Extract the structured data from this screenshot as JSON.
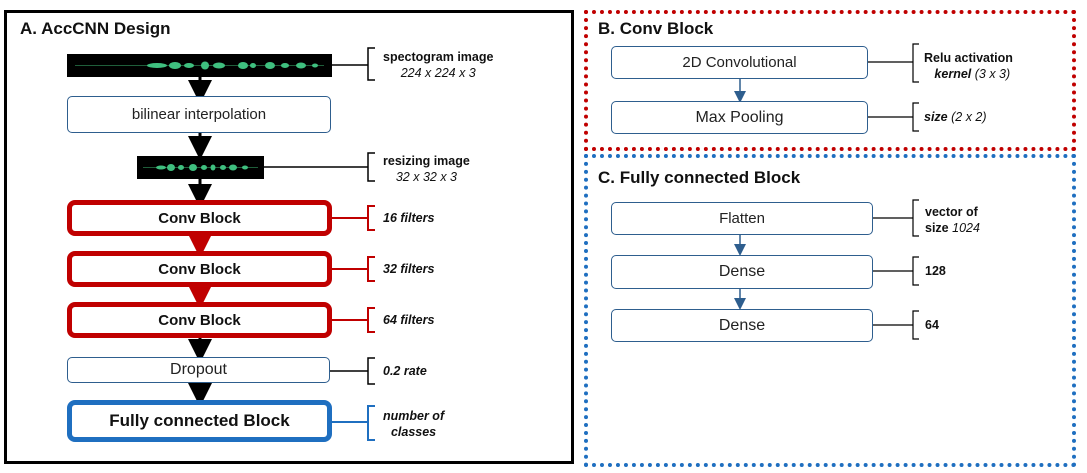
{
  "panel_a": {
    "title": "A. AccCNN Design",
    "spectrogram_note": {
      "label": "spectogram image",
      "size": "224 x 224 x 3"
    },
    "bilinear": "bilinear interpolation",
    "resize_note": {
      "label": "resizing image",
      "size": "32 x 32 x 3"
    },
    "conv_blocks": [
      {
        "label": "Conv Block",
        "note": "16 filters"
      },
      {
        "label": "Conv Block",
        "note": "32 filters"
      },
      {
        "label": "Conv Block",
        "note": "64 filters"
      }
    ],
    "dropout": {
      "label": "Dropout",
      "note": "0.2 rate"
    },
    "fc": {
      "label": "Fully connected Block",
      "note_line1": "number of",
      "note_line2": "classes"
    }
  },
  "panel_b": {
    "title": "B. Conv Block",
    "conv2d": "2D Convolutional",
    "conv_note": {
      "line1": "Relu activation",
      "kernel_label": "kernel",
      "kernel_size": "(3 x 3)"
    },
    "maxpool": "Max Pooling",
    "pool_note": {
      "label": "size",
      "value": "(2 x 2)"
    }
  },
  "panel_c": {
    "title": "C. Fully connected Block",
    "flatten": "Flatten",
    "flatten_note": {
      "line1": "vector of",
      "size_label": "size",
      "size_value": "1024"
    },
    "dense1": "Dense",
    "dense1_note": "128",
    "dense2": "Dense",
    "dense2_note": "64"
  },
  "colors": {
    "red": "#c00000",
    "blue": "#1f6fc0",
    "black": "#000000",
    "box_border": "#2e5e8e"
  }
}
